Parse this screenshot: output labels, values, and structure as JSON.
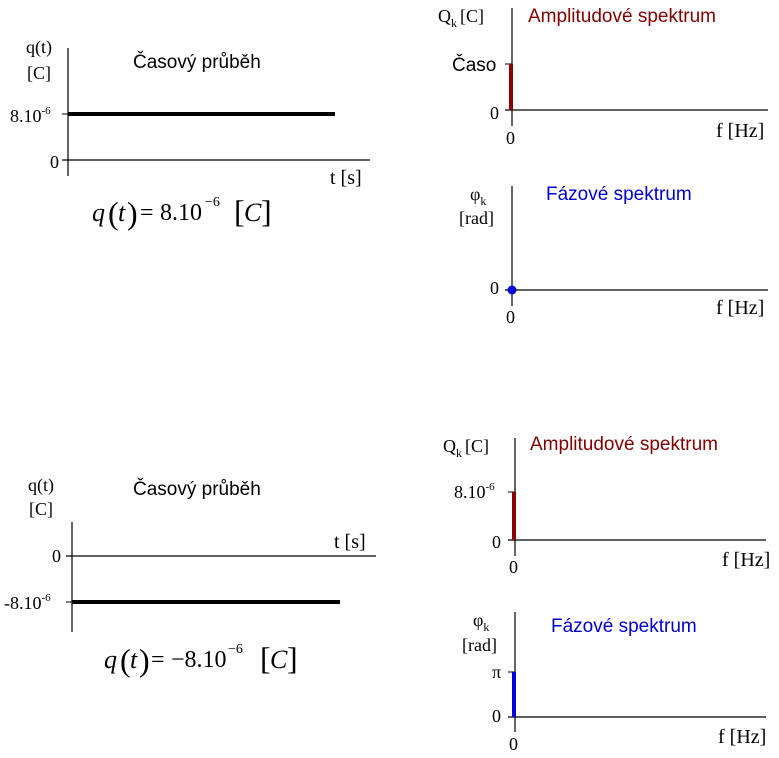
{
  "colors": {
    "axis": "#000000",
    "amplitude_title": "#800000",
    "amplitude_bar": "#8b0000",
    "phase_title": "#0000cc",
    "phase_mark": "#0000dd"
  },
  "top": {
    "time": {
      "ylabel_line1": "q(t)",
      "ylabel_line2": "[C]",
      "title": "Časový průběh",
      "value_label": "8.10",
      "value_exp": "-6",
      "zero_label": "0",
      "xlabel": "t [s]",
      "equation": {
        "lhs_q": "q",
        "lhs_t": "t",
        "rhs_value": "8.10",
        "rhs_exp": "−6",
        "unit": "C"
      }
    },
    "amplitude": {
      "ylabel_sym": "Q",
      "ylabel_sub": "k",
      "ylabel_unit": "[C]",
      "title": "Amplitudové spektrum",
      "bar_label": "Časo",
      "zero_y": "0",
      "zero_x": "0",
      "xlabel": "f [Hz]"
    },
    "phase": {
      "ylabel_sym": "φ",
      "ylabel_sub": "k",
      "ylabel_unit": "[rad]",
      "title": "Fázové spektrum",
      "zero_y": "0",
      "zero_x": "0",
      "xlabel": "f [Hz]"
    }
  },
  "bottom": {
    "time": {
      "ylabel_line1": "q(t)",
      "ylabel_line2": "[C]",
      "title": "Časový průběh",
      "value_label": "-8.10",
      "value_exp": "-6",
      "zero_label": "0",
      "xlabel": "t [s]",
      "equation": {
        "lhs_q": "q",
        "lhs_t": "t",
        "rhs_value": "−8.10",
        "rhs_exp": "−6",
        "unit": "C"
      }
    },
    "amplitude": {
      "ylabel_sym": "Q",
      "ylabel_sub": "k",
      "ylabel_unit": "[C]",
      "title": "Amplitudové spektrum",
      "value_label": "8.10",
      "value_exp": "-6",
      "zero_y": "0",
      "zero_x": "0",
      "xlabel": "f [Hz]"
    },
    "phase": {
      "ylabel_sym": "φ",
      "ylabel_sub": "k",
      "ylabel_unit": "[rad]",
      "title": "Fázové spektrum",
      "pi_label": "π",
      "zero_y": "0",
      "zero_x": "0",
      "xlabel": "f [Hz]"
    }
  }
}
